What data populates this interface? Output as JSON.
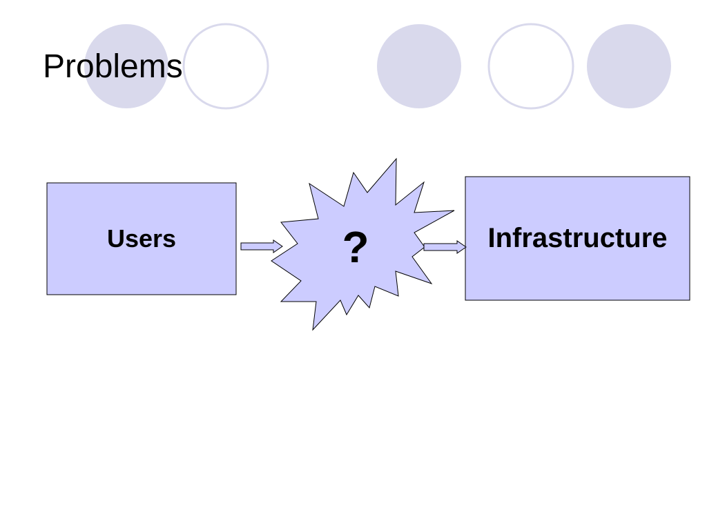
{
  "slide": {
    "title": "Problems"
  },
  "diagram": {
    "nodes": {
      "users": "Users",
      "unknown": "?",
      "infrastructure": "Infrastructure"
    },
    "edges": [
      {
        "from": "users",
        "to": "unknown"
      },
      {
        "from": "unknown",
        "to": "infrastructure"
      }
    ]
  },
  "colors": {
    "box_fill": "#ccccff",
    "circle_fill": "#d9d9ec",
    "circle_stroke": "#d9d9ec",
    "outline": "#000000",
    "text": "#000000"
  }
}
